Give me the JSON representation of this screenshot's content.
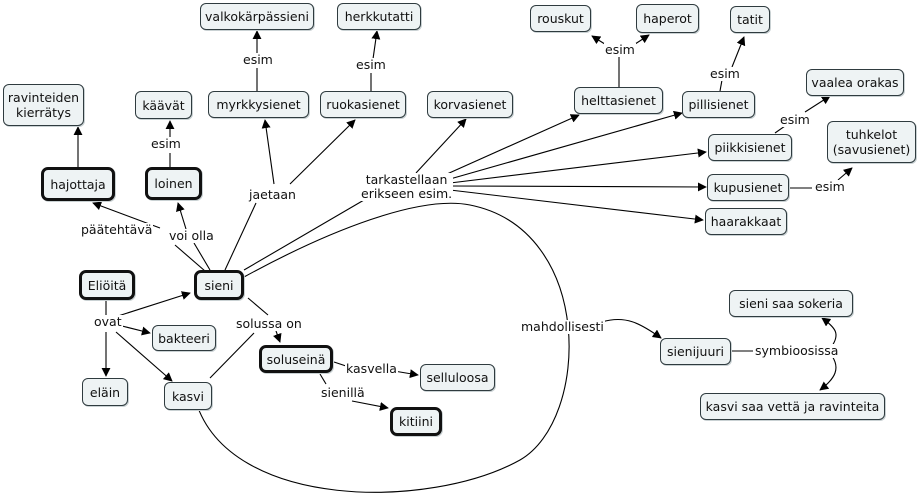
{
  "nodes": {
    "sieni": "sieni",
    "eliota": "Eliöitä",
    "elain": "eläin",
    "kasvi": "kasvi",
    "bakteeri": "bakteeri",
    "hajottaja": "hajottaja",
    "ravinteiden": "ravinteiden\nkierrätys",
    "loinen": "loinen",
    "kaavat": "käävät",
    "myrkkysienet": "myrkkysienet",
    "valkokarpassieni": "valkokärpässieni",
    "ruokasienet": "ruokasienet",
    "herkkutatti": "herkkutatti",
    "korvasienet": "korvasienet",
    "helttasienet": "helttasienet",
    "rouskut": "rouskut",
    "haperot": "haperot",
    "pillisienet": "pillisienet",
    "tatit": "tatit",
    "piikkisienet": "piikkisienet",
    "vaalea_orakas": "vaalea orakas",
    "kupusienet": "kupusienet",
    "tuhkelot": "tuhkelot\n(savusienet)",
    "haarakkaat": "haarakkaat",
    "soluseina": "soluseinä",
    "selluloosa": "selluloosa",
    "kitiini": "kitiini",
    "sienijuuri": "sienijuuri",
    "sokeria": "sieni saa sokeria",
    "vetta": "kasvi saa vettä ja ravinteita"
  },
  "links": {
    "ovat": "ovat",
    "paatehtava": "päätehtävä",
    "voi_olla": "voi olla",
    "jaetaan": "jaetaan",
    "tarkastellaan": "tarkastellaan\nerikseen esim.",
    "esim_loinen": "esim",
    "esim_myrkky": "esim",
    "esim_ruoka": "esim",
    "esim_heltta": "esim",
    "esim_pilli": "esim",
    "esim_piikki": "esim",
    "esim_kupu": "esim",
    "solussa_on": "solussa on",
    "kasvella": "kasvella",
    "sienilla": "sienillä",
    "mahdollisesti": "mahdollisesti",
    "symbioosissa": "symbioosissa"
  }
}
